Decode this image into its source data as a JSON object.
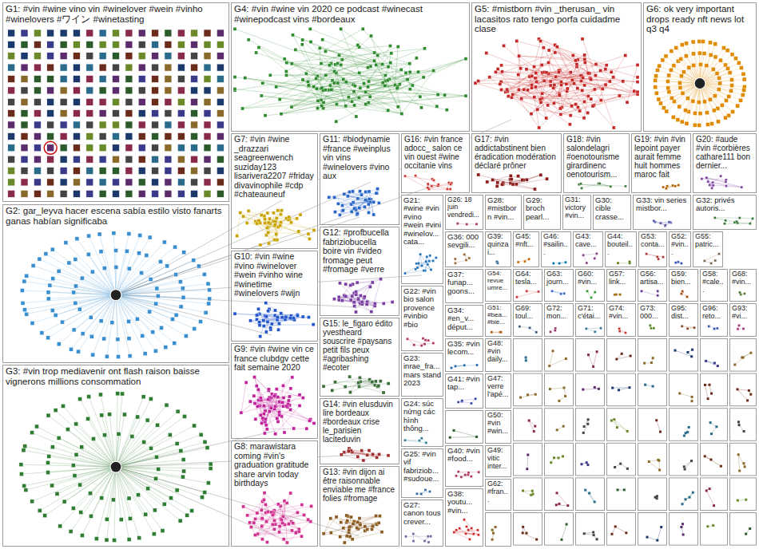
{
  "diagram": {
    "nodes": [
      {
        "text": [
          "G1: #vin #wine vino vin #winelover #wein #vinho #winelovers #ワイン #winetasting"
        ]
      },
      {
        "text": [
          "G4: #vin #wine vin 2020 ce podcast #winecast #winepodcast vins #bordeaux"
        ]
      },
      {
        "text": [
          "G5: #mistborn #vin _therusan_ vin lacasitos rato tengo porfa cuidadme clase"
        ]
      },
      {
        "text": [
          "G6: ok very important drops ready nft news lot q3 q4"
        ]
      },
      {
        "text": [
          "G7: #vin #wine _drazzari seagreenwench suziday123 lisarivera2207 #friday divavinophile #cdp #chateauneuf"
        ]
      },
      {
        "text": [
          "G11: #biodynamie #france #weinplus vin vins #winelovers #vino aux"
        ]
      },
      {
        "text": [
          "G16: #vin france adocc_ salon ce vin ouest #wine occitanie vins"
        ]
      },
      {
        "text": [
          "G17: #vin addictabstinent bien éradication modération déclaré prôner"
        ]
      },
      {
        "text": [
          "G18: #vin salondelagri #oenotourisme girardinenc oenotourism..."
        ]
      },
      {
        "text": [
          "G19: #vin #vin lepoint payer aurait femme huit hommes maroc fait"
        ]
      },
      {
        "text": [
          "G20: #aude #vin #corbières cathare111 bon dernier..."
        ]
      },
      {
        "text": [
          "G2: gar_leyva hacer escena sabía estilo visto fanarts ganas habían significaba"
        ]
      },
      {
        "text": [
          "G21: #wine #vin #vino #wein #vini #winelov... cata..."
        ]
      },
      {
        "text": [
          "G26: 18 juin vendredi..."
        ]
      },
      {
        "text": [
          "G28: #mistborn #vin..."
        ]
      },
      {
        "text": [
          "G29: broch pearl..."
        ]
      },
      {
        "text": [
          "G31: victory #vin..."
        ]
      },
      {
        "text": [
          "G30: cible crasse..."
        ]
      },
      {
        "text": [
          "G33: vin series mistbor..."
        ]
      },
      {
        "text": [
          "G32: privés autoris..."
        ]
      },
      {
        "text": [
          "G36: 000 sevgili..."
        ]
      },
      {
        "text": [
          "G39: quinzai..."
        ]
      },
      {
        "text": [
          "G45: #nft..."
        ]
      },
      {
        "text": [
          "G46: #sailin..."
        ]
      },
      {
        "text": [
          "G43: cave..."
        ]
      },
      {
        "text": [
          "G44: bouteil..."
        ]
      },
      {
        "text": [
          "G53: conta..."
        ]
      },
      {
        "text": [
          "G52: #vin..."
        ]
      },
      {
        "text": [
          "G55: patric..."
        ]
      },
      {
        "text": [
          "G10: #vin #wine #vino #winelover #wein #vinho wine #winetime #winelovers #wijn"
        ]
      },
      {
        "text": [
          "G12: #profbucella fabriziobucella boire vin #video fromage peut #fromage #verre"
        ]
      },
      {
        "text": [
          "G22: #vin bio salon provence #vinbio #bio"
        ]
      },
      {
        "text": [
          "G37: funap... goons..."
        ]
      },
      {
        "text": [
          "G54: revue umre..."
        ]
      },
      {
        "text": [
          "G64: tesla..."
        ]
      },
      {
        "text": [
          "G63: journ..."
        ]
      },
      {
        "text": [
          "G60: #vin..."
        ]
      },
      {
        "text": [
          "G57: link..."
        ]
      },
      {
        "text": [
          "G56: artisa..."
        ]
      },
      {
        "text": [
          "G59: bien..."
        ]
      },
      {
        "text": [
          "G58: #cale..."
        ]
      },
      {
        "text": [
          "G68: #vin..."
        ]
      },
      {
        "text": [
          "G34: #en_v... déput..."
        ]
      },
      {
        "text": [
          "G51: #bea... #biè..."
        ]
      },
      {
        "text": [
          "G69: toul..."
        ]
      },
      {
        "text": [
          "G72: mon..."
        ]
      },
      {
        "text": [
          "G71: c'étai..."
        ]
      },
      {
        "text": [
          "G74: #vin..."
        ]
      },
      {
        "text": [
          "G73: 000..."
        ]
      },
      {
        "text": [
          "G95: dist..."
        ]
      },
      {
        "text": [
          "G96: reto..."
        ]
      },
      {
        "text": [
          "G93: #vi..."
        ]
      },
      {
        "text": [
          "G9: #vin #wine vin ce france clubdgv cette fait semaine 2020"
        ]
      },
      {
        "text": [
          "G15: le_figaro édito yvestheard souscrire #paysans petit fils peux #agribashing #ecoter"
        ]
      },
      {
        "text": [
          "G35: #vin lecom..."
        ]
      },
      {
        "text": [
          "G48: #vin daily..."
        ]
      },
      {
        "text": [
          "G23: inrae_fra... mars stand 2023"
        ]
      },
      {
        "text": [
          "G47: verre l'apé..."
        ]
      },
      {
        "text": [
          "G41: #vin tap..."
        ]
      },
      {
        "text": [
          "G14: #vin elusduvin lire bordeaux #bordeaux crise le_parisien laciteduvin"
        ]
      },
      {
        "text": [
          "G24: súc nửng các hình thông..."
        ]
      },
      {
        "text": [
          "G50: #vin #win..."
        ]
      },
      {
        "text": [
          "G3: #vin trop mediavenir ont flash raison baisse vignerons millions consommation"
        ]
      },
      {
        "text": [
          "G8: marawistara coming #vin's graduation gratitude share arvin today birthdays"
        ]
      },
      {
        "text": [
          "G49: vitic inter..."
        ]
      },
      {
        "text": [
          "G40: #vin #food..."
        ]
      },
      {
        "text": [
          "G25: #vin vif fabriziob... #sudoue..."
        ]
      },
      {
        "text": [
          "G13: #vin dijon ai être raisonnable enviable me #france folies #fromage"
        ]
      },
      {
        "text": [
          "G62: #fran..."
        ]
      },
      {
        "text": [
          "G38: youtu... #vin..."
        ]
      },
      {
        "text": [
          "G27: canon tous crever..."
        ]
      }
    ]
  }
}
